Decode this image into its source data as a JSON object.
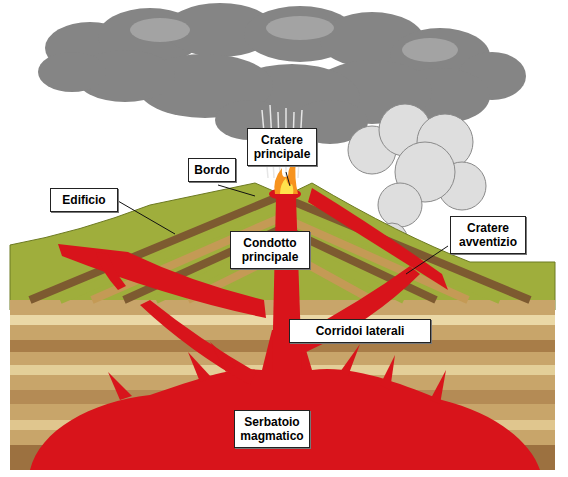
{
  "diagram": {
    "nodes": [
      {
        "text": [
          "Cratere principale"
        ]
      },
      {
        "text": [
          "Bordo"
        ]
      },
      {
        "text": [
          "Edificio"
        ]
      },
      {
        "text": [
          "Cratere avventizio"
        ]
      },
      {
        "text": [
          "Condotto principale"
        ]
      },
      {
        "text": [
          "Corridoi laterali"
        ]
      },
      {
        "text": [
          "Serbatoio magmatico"
        ]
      }
    ]
  }
}
